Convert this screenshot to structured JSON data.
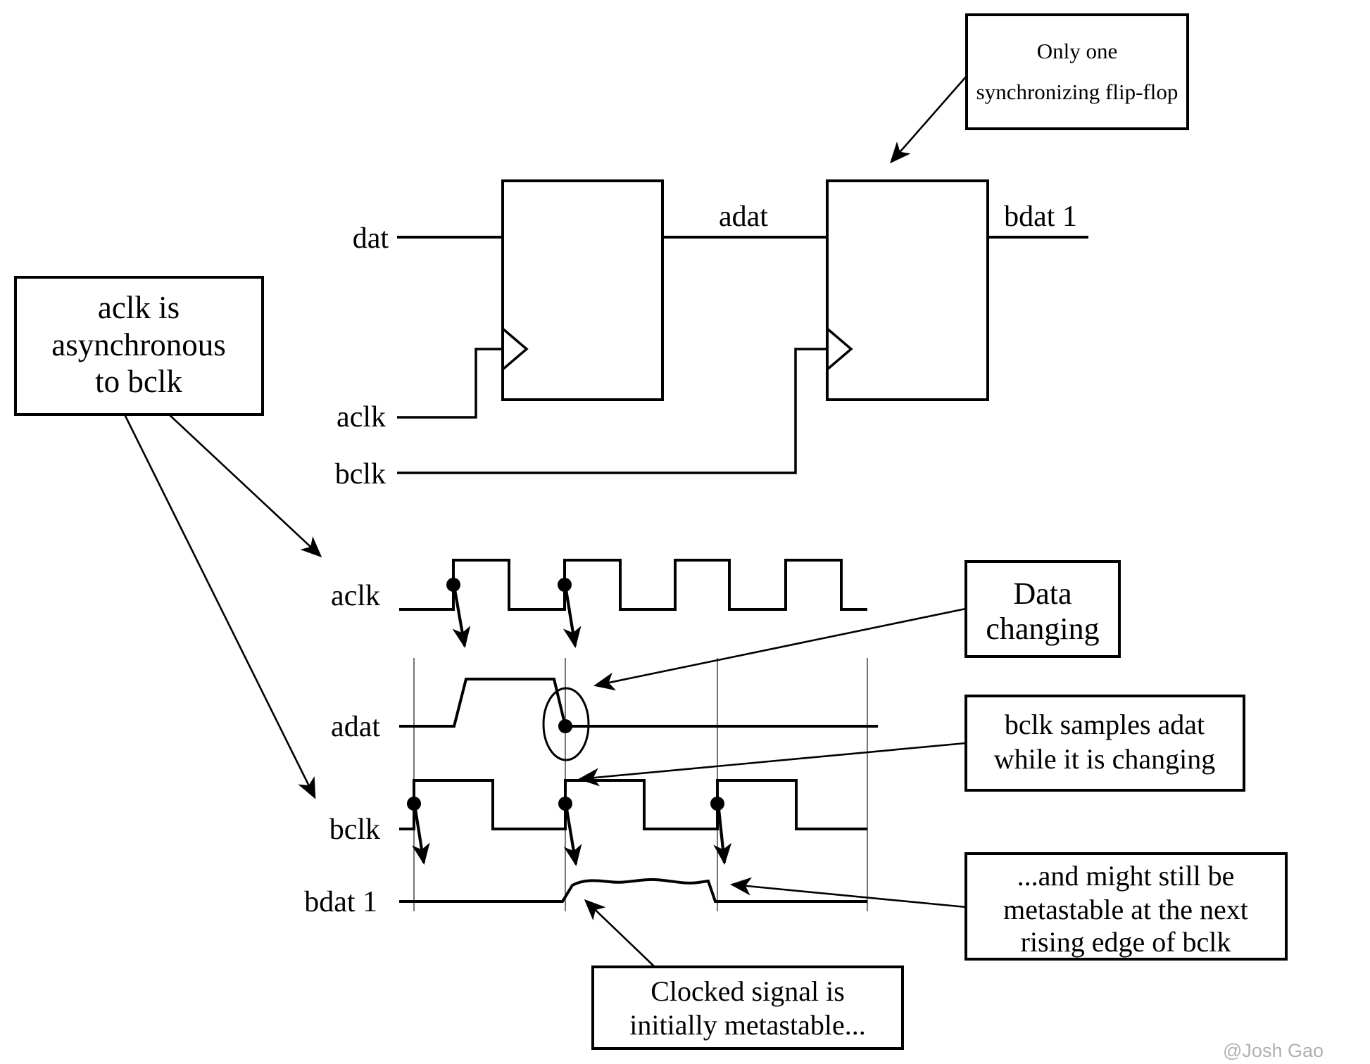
{
  "watermark": "@Josh Gao",
  "circuit": {
    "dat_label": "dat",
    "adat_label": "adat",
    "bdat1_label": "bdat 1",
    "aclk_label": "aclk",
    "bclk_label": "bclk"
  },
  "timing": {
    "aclk_label": "aclk",
    "adat_label": "adat",
    "bclk_label": "bclk",
    "bdat1_label": "bdat 1"
  },
  "callouts": {
    "only_one": {
      "lines": [
        "Only one",
        "synchronizing flip-flop"
      ]
    },
    "async": {
      "lines": [
        "aclk is",
        "asynchronous",
        "to bclk"
      ]
    },
    "data_changing": {
      "lines": [
        "Data",
        "changing"
      ]
    },
    "bclk_samples": {
      "lines": [
        "bclk samples adat",
        "while it is changing"
      ]
    },
    "metastable_next": {
      "lines": [
        "...and might still be",
        "metastable at the next",
        "rising edge of bclk"
      ]
    },
    "clocked_signal": {
      "lines": [
        "Clocked signal is",
        "initially metastable..."
      ]
    }
  }
}
